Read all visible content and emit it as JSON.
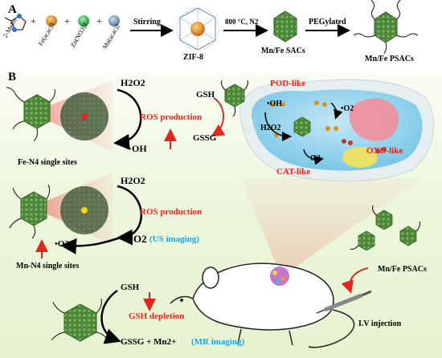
{
  "panel_a": {
    "label": "A",
    "reagents": [
      "2-MeIm",
      "Fe(acac)3",
      "Zn(NO3)2",
      "Mn(acac)2"
    ],
    "plus": "+",
    "step1": "Stirring",
    "zif": "ZIF-8",
    "step2": "800 °C, N2",
    "sac": "Mn/Fe SACs",
    "step3": "PEGylated",
    "psac": "Mn/Fe PSACs"
  },
  "panel_b": {
    "label": "B",
    "h2o2_top": "H2O2",
    "ros_top": "ROS production",
    "oh_top": "·OH",
    "fe_sites": "Fe-N4 single sites",
    "gsh_cell": "GSH",
    "gssg_cell": "GSSG",
    "pod": "POD-like",
    "oh_cell": "•OH",
    "o2_cell_radical": "•O2",
    "h2o2_cell": "H2O2",
    "oxd": "OXD-like",
    "cat": "CAT-like",
    "o2_cell": "O2",
    "h2o2_mid": "H2O2",
    "ros_mid": "ROS production",
    "o2_radical_mid": "•O2",
    "o2_mid": "O2",
    "us_imaging": "(US imaging)",
    "mn_sites": "Mn-N4 single sites",
    "gsh_bottom": "GSH",
    "gsh_depletion": "GSH depletion",
    "gssg_bottom": "GSSG + Mn2+",
    "mr_imaging": "(MR imaging)",
    "psacs_mouse": "Mn/Fe PSACs",
    "iv": "I.V injection"
  },
  "colors": {
    "red": "#e0261d",
    "blue": "#1fa4dc",
    "green_particle": "#4f8a3c",
    "background_b": "#eef7de"
  }
}
